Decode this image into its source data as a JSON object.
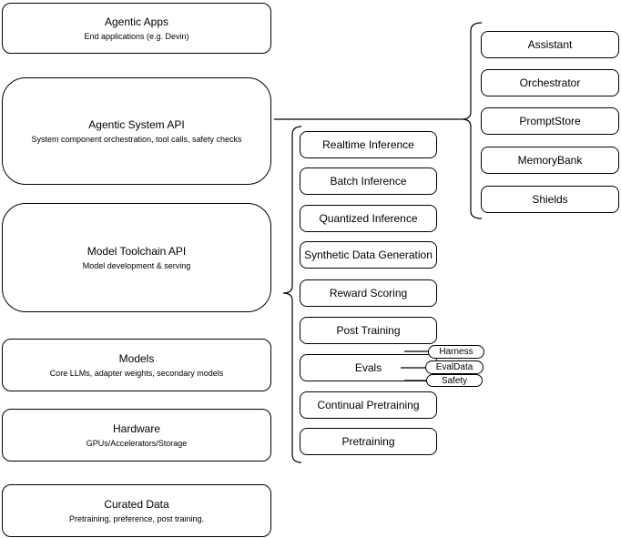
{
  "diagram": {
    "layers": [
      {
        "title": "Agentic Apps",
        "subtitle": "End applications (e.g. Devin)"
      },
      {
        "title": "Agentic System API",
        "subtitle": "System component orchestration, tool calls, safety checks"
      },
      {
        "title": "Model Toolchain API",
        "subtitle": "Model development & serving"
      },
      {
        "title": "Models",
        "subtitle": "Core LLMs, adapter weights, secondary models"
      },
      {
        "title": "Hardware",
        "subtitle": "GPUs/Accelerators/Storage"
      },
      {
        "title": "Curated Data",
        "subtitle": "Pretraining, preference, post training."
      }
    ],
    "toolchain_items": [
      "Realtime Inference",
      "Batch Inference",
      "Quantized Inference",
      "Synthetic Data Generation",
      "Reward Scoring",
      "Post Training",
      "Evals",
      "Continual Pretraining",
      "Pretraining"
    ],
    "eval_badges": [
      "Harness",
      "EvalData",
      "Safety"
    ],
    "system_items": [
      "Assistant",
      "Orchestrator",
      "PromptStore",
      "MemoryBank",
      "Shields"
    ],
    "colors": {
      "stroke": "#000000",
      "fill": "#ffffff",
      "background": "#ffffff"
    }
  }
}
